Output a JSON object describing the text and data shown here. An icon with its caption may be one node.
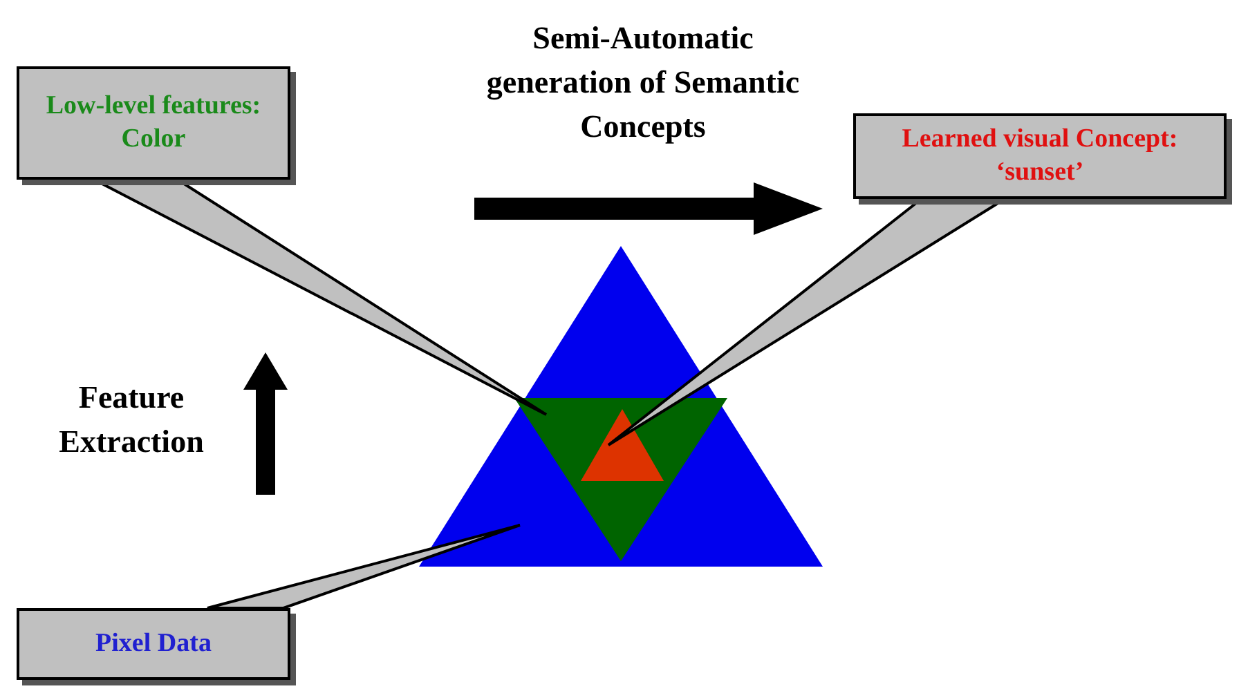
{
  "diagram": {
    "nodes": [
      {
        "text": [
          "Low-level features: Color"
        ]
      },
      {
        "text": [
          "Learned visual Concept: ‘sunset’"
        ]
      },
      {
        "text": [
          "Pixel Data"
        ]
      },
      {
        "text": [],
        "shape": "triangle"
      },
      {
        "text": [],
        "shape": "triangle",
        "in": 3
      },
      {
        "text": [],
        "shape": "triangle",
        "in": 4
      }
    ],
    "edges": [
      {
        "from": 0,
        "to": 4,
        "arrow": "none"
      },
      {
        "from": 1,
        "to": 5,
        "arrow": "none"
      },
      {
        "from": 2,
        "to": 3,
        "arrow": "none"
      }
    ],
    "labels": [
      "Semi-Automatic generation of Semantic Concepts",
      "Feature Extraction"
    ]
  }
}
